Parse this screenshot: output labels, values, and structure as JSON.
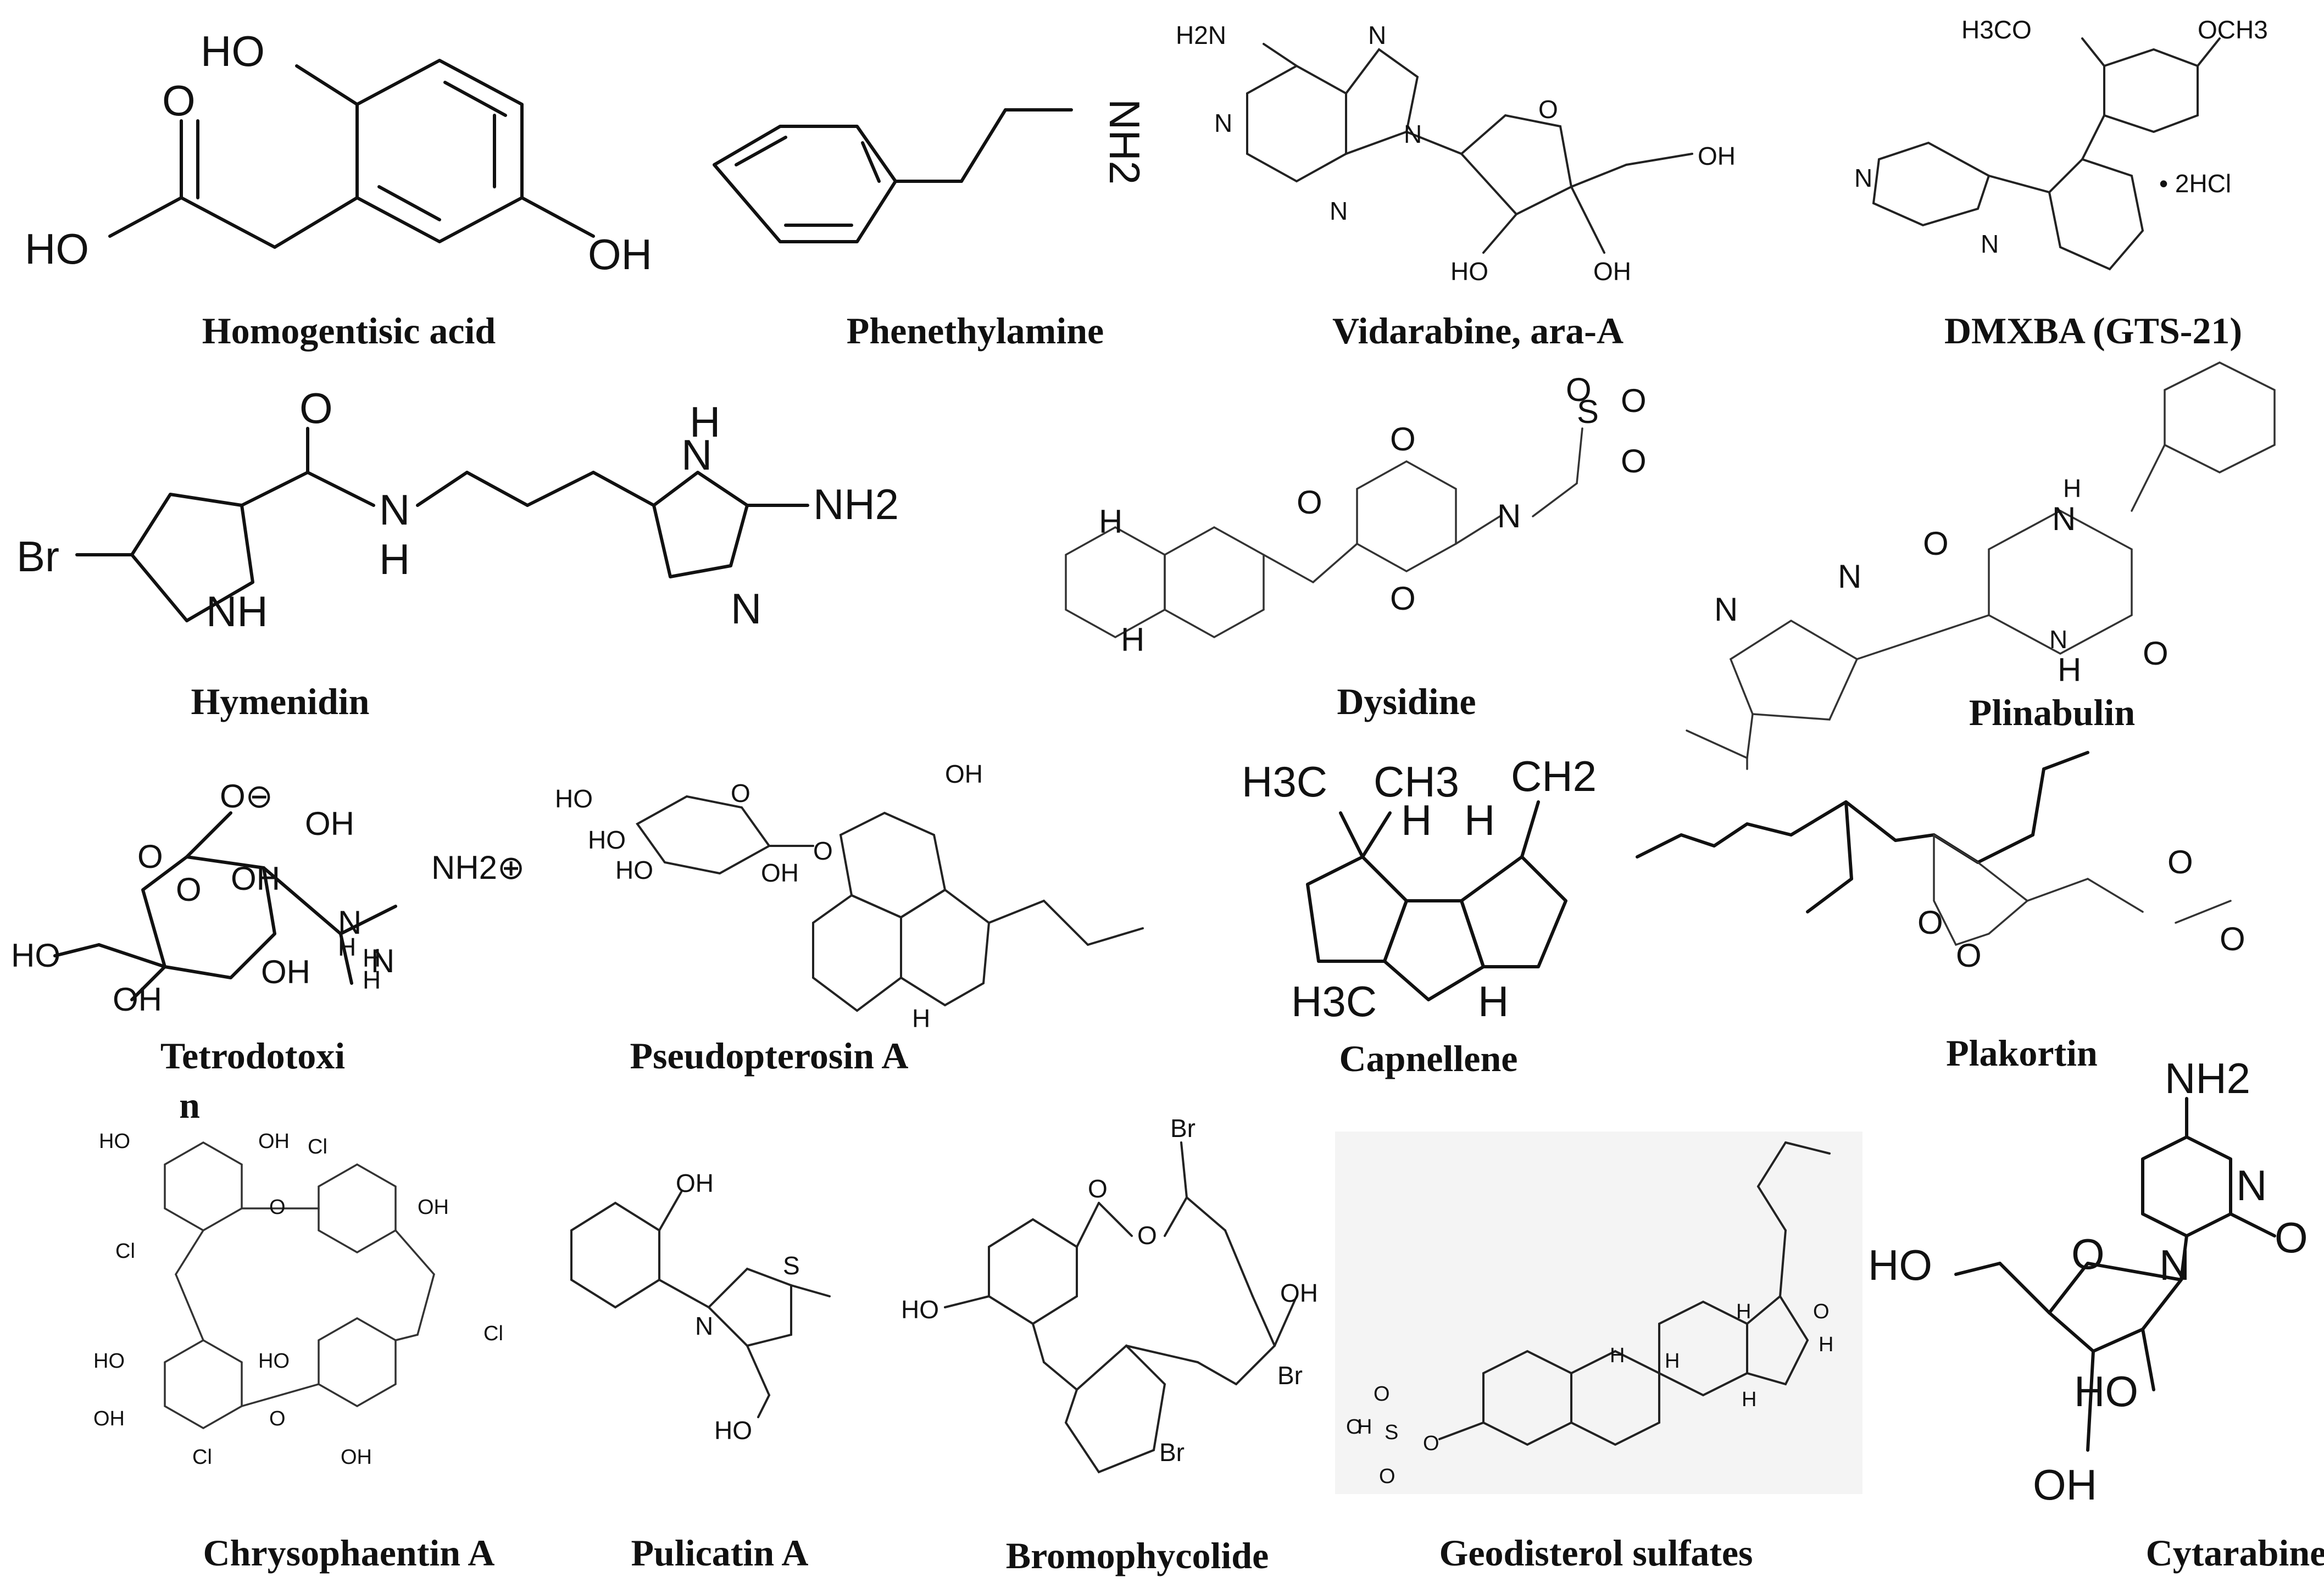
{
  "compounds": [
    {
      "name": "Homogentisic acid",
      "atoms": [
        "HO",
        "O",
        "HO",
        "OH"
      ]
    },
    {
      "name": "Phenethylamine",
      "atoms": [
        "NH2"
      ]
    },
    {
      "name": "Vidarabine, ara-A",
      "atoms": [
        "H2N",
        "N",
        "N",
        "N",
        "N",
        "O",
        "OH",
        "HO",
        "OH"
      ]
    },
    {
      "name": "DMXBA (GTS-21)",
      "atoms": [
        "H3CO",
        "OCH3",
        "N",
        "N",
        "• 2HCl"
      ]
    },
    {
      "name": "Hymenidin",
      "atoms": [
        "Br",
        "O",
        "N",
        "H",
        "NH",
        "H",
        "N",
        "NH2",
        "N"
      ]
    },
    {
      "name": "Dysidine",
      "atoms": [
        "O",
        "O",
        "S",
        "O",
        "O",
        "O",
        "N",
        "H",
        "O",
        "H"
      ]
    },
    {
      "name": "Plinabulin",
      "atoms": [
        "O",
        "H",
        "N",
        "N",
        "N",
        "H",
        "N",
        "O"
      ]
    },
    {
      "name": "Tetrodotoxi",
      "atoms": [
        "O⊖",
        "OH",
        "O",
        "O",
        "OH",
        "N",
        "H",
        "NH2⊕",
        "H",
        "N",
        "HO",
        "OH",
        "H",
        "OH"
      ]
    },
    {
      "name": "Pseudopterosin A",
      "atoms": [
        "HO",
        "O",
        "OH",
        "HO",
        "O",
        "HO",
        "OH",
        "H"
      ]
    },
    {
      "name": "Capnellene",
      "atoms": [
        "H3C",
        "CH3",
        "CH2",
        "H",
        "H",
        "H3C",
        "H"
      ]
    },
    {
      "name": "Plakortin",
      "atoms": [
        "O",
        "O",
        "O",
        "O"
      ]
    },
    {
      "name": "n",
      "atoms": []
    },
    {
      "name": "Chrysophaentin A",
      "atoms": [
        "HO",
        "OH",
        "Cl",
        "Cl",
        "O",
        "OH",
        "Cl",
        "HO",
        "HO",
        "O",
        "OH",
        "Cl",
        "OH"
      ]
    },
    {
      "name": "Pulicatin A",
      "atoms": [
        "OH",
        "S",
        "N",
        "HO"
      ]
    },
    {
      "name": "Bromophycolide",
      "atoms": [
        "Br",
        "O",
        "O",
        "HO",
        "OH",
        "Br",
        "Br"
      ]
    },
    {
      "name": "Geodisterol sulfates",
      "atoms": [
        "H",
        "O",
        "O",
        "S",
        "O",
        "O",
        "H",
        "H",
        "H",
        "H",
        "O",
        "H"
      ]
    },
    {
      "name": "Cytarabine",
      "atoms": [
        "NH2",
        "N",
        "O",
        "N",
        "HO",
        "O",
        "HO",
        "OH"
      ]
    }
  ],
  "colors": {
    "ink": "#111111",
    "background": "#ffffff",
    "panel": "#f4f4f4"
  }
}
